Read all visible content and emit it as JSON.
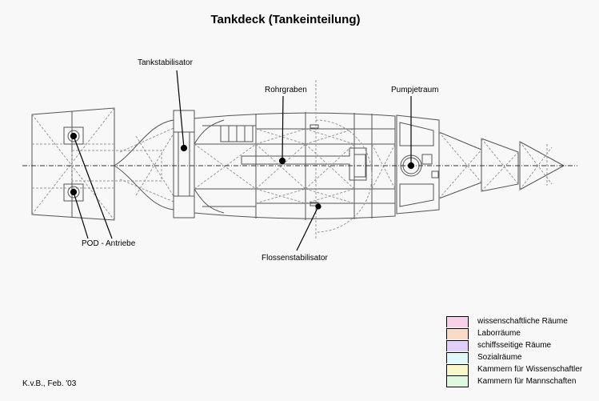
{
  "title": "Tankdeck (Tankeinteilung)",
  "labels": {
    "tankstabilisator": "Tankstabilisator",
    "rohrgraben": "Rohrgraben",
    "pumpjetraum": "Pumpjetraum",
    "pod_antriebe": "POD - Antriebe",
    "flossenstabilisator": "Flossenstabilisator"
  },
  "credit": "K.v.B., Feb. '03",
  "legend": [
    {
      "label": "wissenschaftliche Räume",
      "color": "#f8d0e8"
    },
    {
      "label": "Laborräume",
      "color": "#f8dcc8"
    },
    {
      "label": "schiffsseitige Räume",
      "color": "#e0d0f8"
    },
    {
      "label": "Sozialräume",
      "color": "#e0f8f8"
    },
    {
      "label": "Kammern für Wissenschaftler",
      "color": "#f8f8c8"
    },
    {
      "label": "Kammern für Mannschaften",
      "color": "#e0f8e0"
    }
  ]
}
